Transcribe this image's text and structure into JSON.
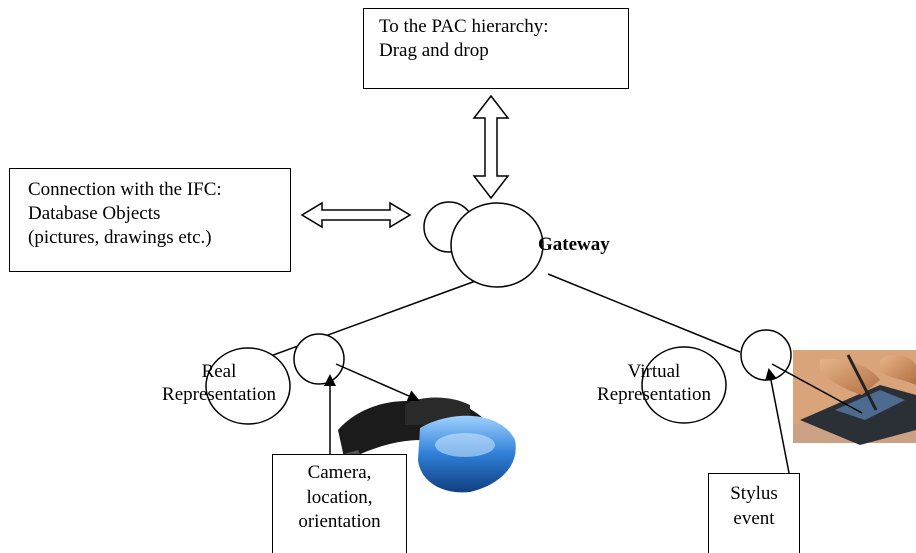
{
  "boxes": {
    "pac": [
      "To the PAC hierarchy:",
      "Drag and drop"
    ],
    "ifc": [
      "Connection with the IFC:",
      "Database Objects",
      "(pictures, drawings etc.)"
    ],
    "camera": [
      "Camera,",
      "location,",
      "orientation"
    ],
    "stylus": [
      "Stylus",
      "event"
    ]
  },
  "labels": {
    "gateway": "Gateway",
    "real": [
      "Real",
      "Representation"
    ],
    "virtual": [
      "Virtual",
      "Representation"
    ]
  },
  "images": {
    "headset": "head-mounted-display-photo",
    "tablet": "stylus-tablet-photo"
  }
}
